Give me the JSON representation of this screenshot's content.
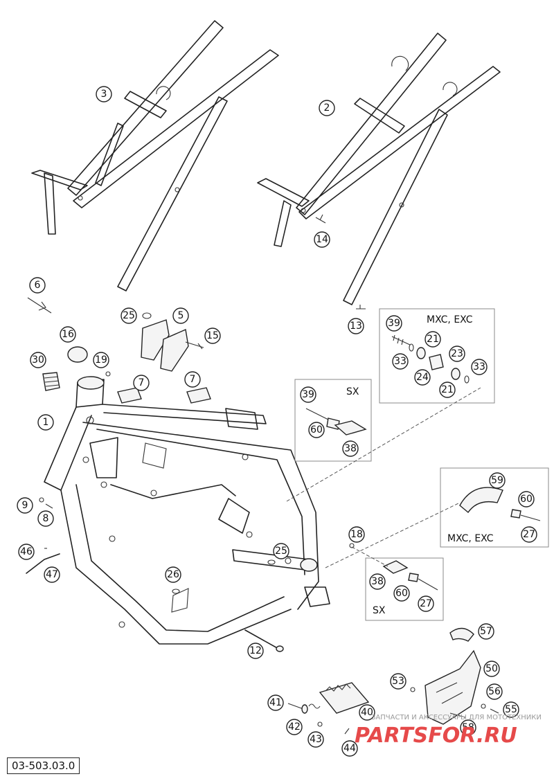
{
  "diagram_code": "03-503.03.0",
  "watermark": {
    "tagline": "ЗАПЧАСТИ И АКСЕССУАРЫ ДЛЯ МОТОТЕХНИКИ",
    "brand": "PARTSFOR.RU"
  },
  "variant_labels": {
    "mxc_exc": "MXC, EXC",
    "sx": "SX"
  },
  "callouts": {
    "c1": "1",
    "c2": "2",
    "c3": "3",
    "c5": "5",
    "c6": "6",
    "c7a": "7",
    "c7b": "7",
    "c8": "8",
    "c9": "9",
    "c12": "12",
    "c13": "13",
    "c14": "14",
    "c15": "15",
    "c16": "16",
    "c18": "18",
    "c19": "19",
    "c21a": "21",
    "c21b": "21",
    "c23": "23",
    "c24": "24",
    "c25a": "25",
    "c25b": "25",
    "c26": "26",
    "c27a": "27",
    "c27b": "27",
    "c30": "30",
    "c33a": "33",
    "c33b": "33",
    "c38a": "38",
    "c38b": "38",
    "c39a": "39",
    "c39b": "39",
    "c40": "40",
    "c41": "41",
    "c42": "42",
    "c43": "43",
    "c44": "44",
    "c46": "46",
    "c47": "47",
    "c50": "50",
    "c53": "53",
    "c55": "55",
    "c56": "56",
    "c57": "57",
    "c58": "58",
    "c59": "59",
    "c60a": "60",
    "c60b": "60",
    "c60c": "60"
  }
}
